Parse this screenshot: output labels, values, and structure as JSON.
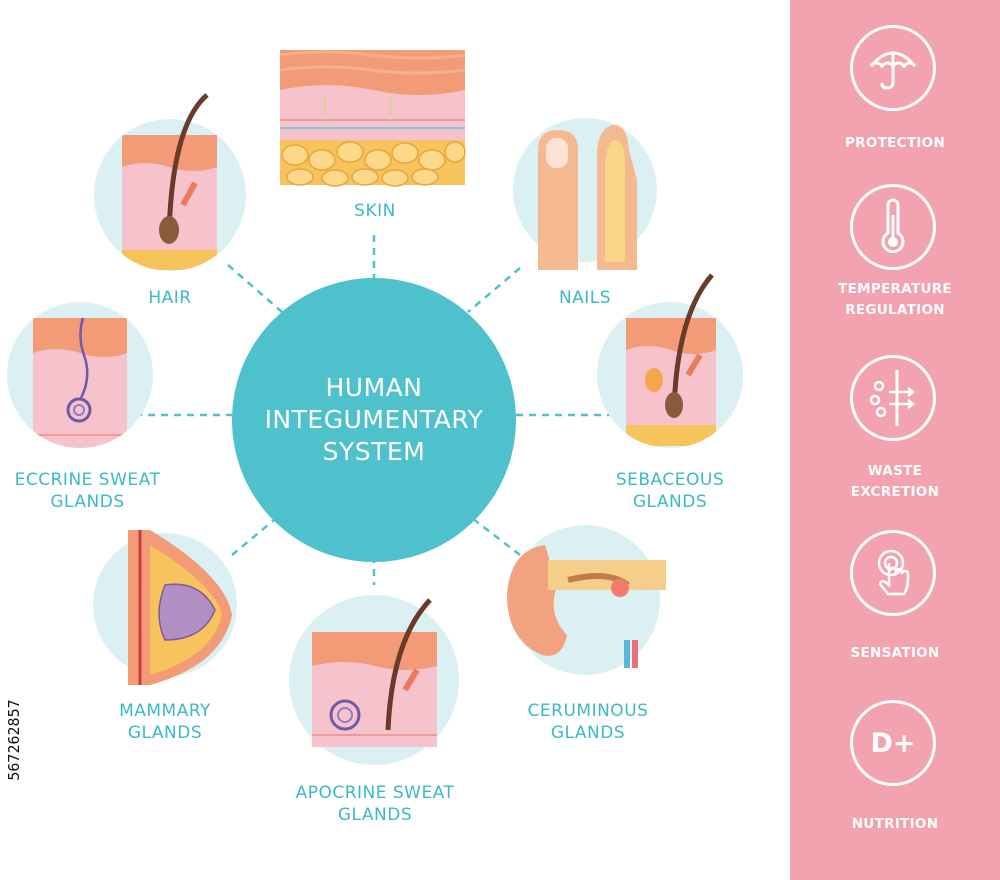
{
  "center": {
    "title": "HUMAN\nINTEGUMENTARY\nSYSTEM"
  },
  "parts": {
    "skin": "SKIN",
    "hair": "HAIR",
    "nails": "NAILS",
    "eccrine": "ECCRINE SWEAT\nGLANDS",
    "sebaceous": "SEBACEOUS\nGLANDS",
    "mammary": "MAMMARY\nGLANDS",
    "apocrine": "APOCRINE SWEAT\nGLANDS",
    "ceruminous": "CERUMINOUS\nGLANDS"
  },
  "functions": {
    "protection": "PROTECTION",
    "temperature": "TEMPERATURE\nREGULATION",
    "waste": "WASTE\nEXCRETION",
    "sensation": "SENSATION",
    "nutrition": "NUTRITION",
    "nutrition_icon_text": "D+"
  },
  "stock_id": "567262857",
  "colors": {
    "teal": "#4fc1cd",
    "label": "#3bb9c6",
    "sidebar": "#f3a3b0",
    "circle_bg": "#daf0f3",
    "skin_pink": "#f6c3cd",
    "skin_orange": "#f39a77",
    "fat_yellow": "#f7c35c"
  }
}
